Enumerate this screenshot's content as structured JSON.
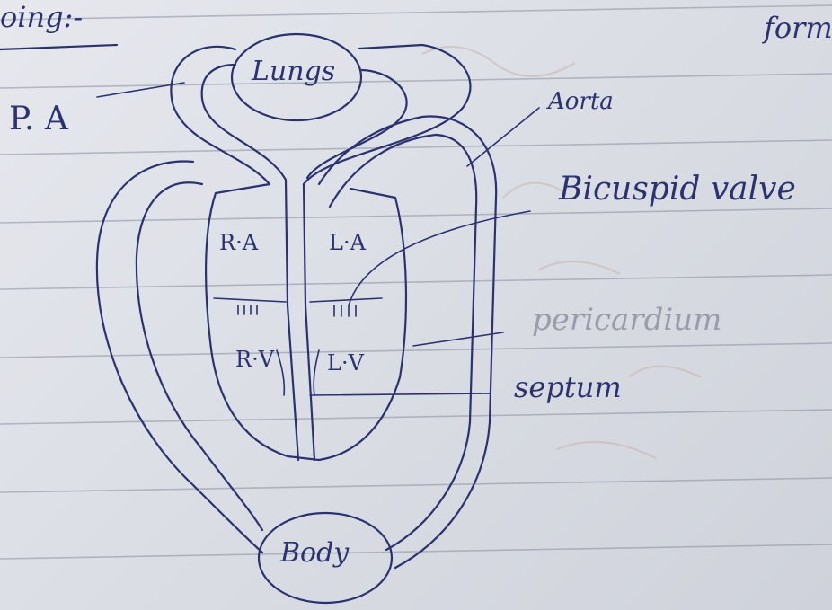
{
  "diagram": {
    "heading": "oing:-",
    "corner_text": "form",
    "labels": {
      "lungs": "Lungs",
      "body": "Body",
      "pulmonary_artery": "P. A",
      "aorta": "Aorta",
      "bicuspid_valve": "Bicuspid valve",
      "pericardium": "pericardium",
      "septum": "septum",
      "right_atrium": "R·A",
      "left_atrium": "L·A",
      "right_ventricle": "R·V",
      "left_ventricle": "L·V"
    }
  },
  "colors": {
    "ink": "#2c3270",
    "paper": "#dcdfe6",
    "ruled_line": "#8a8fa0",
    "pale_label": "#9a9cac"
  }
}
